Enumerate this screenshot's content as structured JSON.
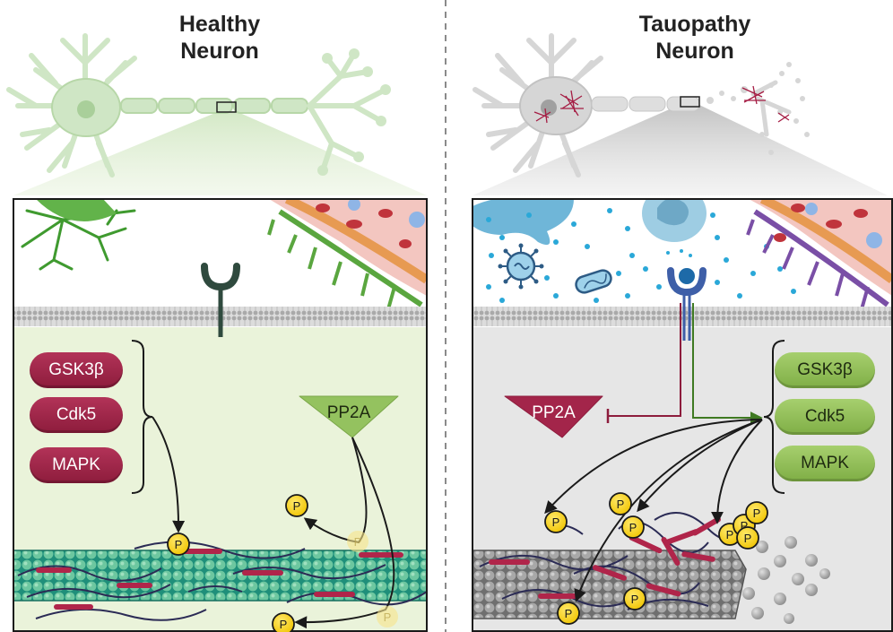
{
  "left_panel": {
    "title_line1": "Healthy",
    "title_line2": "Neuron",
    "kinases": [
      "GSK3β",
      "Cdk5",
      "MAPK"
    ],
    "phosphatase": "PP2A",
    "phosphate_label": "P"
  },
  "right_panel": {
    "title_line1": "Tauopathy",
    "title_line2": "Neuron",
    "kinases": [
      "GSK3β",
      "Cdk5",
      "MAPK"
    ],
    "phosphatase": "PP2A",
    "phosphate_label": "P"
  },
  "colors": {
    "kinase_red": "#9e2447",
    "kinase_green": "#8fbf57",
    "healthy_green_bg": "#eaf3da",
    "tau_gray_bg": "#e6e6e6",
    "phosphate_yellow": "#f6d21b",
    "tau_strand": "#2b2b55",
    "tau_segment": "#b0254a",
    "receptor_dark": "#2f4a3e",
    "receptor_blue": "#3e5fa8"
  }
}
